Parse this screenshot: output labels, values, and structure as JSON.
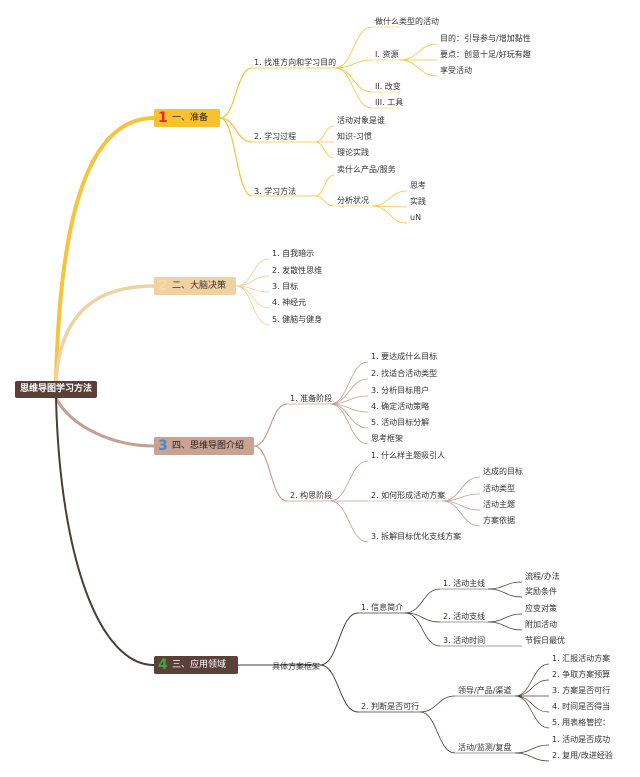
{
  "root": "思维导图学习方法",
  "branches": [
    {
      "num": "1",
      "label": "一、准备"
    },
    {
      "num": "2",
      "label": "二、大脑决策"
    },
    {
      "num": "3",
      "label": "四、思维导图介绍"
    },
    {
      "num": "4",
      "label": "三、应用领域"
    }
  ],
  "b1": {
    "goal": "1. 找准方向和学习目的",
    "what_type": "做什么类型的活动",
    "resources": "I. 资源",
    "purpose": "目的：引导参与/增加黏性",
    "points": "要点：创意十足/好玩有趣",
    "enjoy": "享受活动",
    "change": "II. 改变",
    "tools": "III. 工具",
    "process": "2. 学习过程",
    "who": "活动对象是谁",
    "knowledge": "知识-习惯",
    "theory": "理论实践",
    "method": "3. 学习方法",
    "sell": "卖什么产品/服务",
    "analyze": "分析状况",
    "think": "思考",
    "practice": "实践",
    "un": "uN"
  },
  "b2": {
    "items": [
      "1. 自我暗示",
      "2. 发散性思维",
      "3. 目标",
      "4. 神经元",
      "5. 健脑与健身"
    ]
  },
  "b3": {
    "prep": "1. 准备阶段",
    "prep_items": [
      "1. 要达成什么目标",
      "2. 找适合活动类型",
      "3. 分析目标用户",
      "4. 确定活动策略",
      "5. 活动目标分解",
      "思考框架"
    ],
    "concept": "2. 构思阶段",
    "topic": "1. 什么样主题吸引人",
    "form": "2. 如何形成活动方案",
    "form_items": [
      "达成的目标",
      "活动类型",
      "活动主题",
      "方案依据"
    ],
    "split": "3. 拆解目标优化支线方案"
  },
  "b4": {
    "framework": "具体方案框架",
    "info": "1. 信息简介",
    "main_line": "1. 活动主线",
    "flow": "流程/办法",
    "reward": "奖励条件",
    "side_line": "2. 活动支线",
    "response": "应变对策",
    "extra": "附加活动",
    "time": "3. 活动时间",
    "holiday": "节假日最优",
    "feasible": "2. 判断是否可行",
    "leader": "领导/产品/渠道",
    "leader_items": [
      "1. 汇报活动方案",
      "2. 争取方案预算",
      "3. 方案是否可行",
      "4. 时间是否得当",
      "5. 用表格管控："
    ],
    "monitor": "活动/监测/复盘",
    "monitor_items": [
      "1. 活动是否成功",
      "2. 复用/改进经验"
    ]
  },
  "colors": {
    "root_bg": "#5a4038",
    "b1_bg": "#f8c12d",
    "b1_num": "#e8281e",
    "b1_line": "#f5c43a",
    "b2_bg": "#f1d1a0",
    "b2_num": "#f5dba6",
    "b2_line": "#ecd3a4",
    "b3_bg": "#c8a292",
    "b3_num": "#3a8fd0",
    "b3_line": "#c4a092",
    "b4_bg": "#5a4038",
    "b4_num": "#3aa83a",
    "b4_line": "#4a3d3a"
  }
}
